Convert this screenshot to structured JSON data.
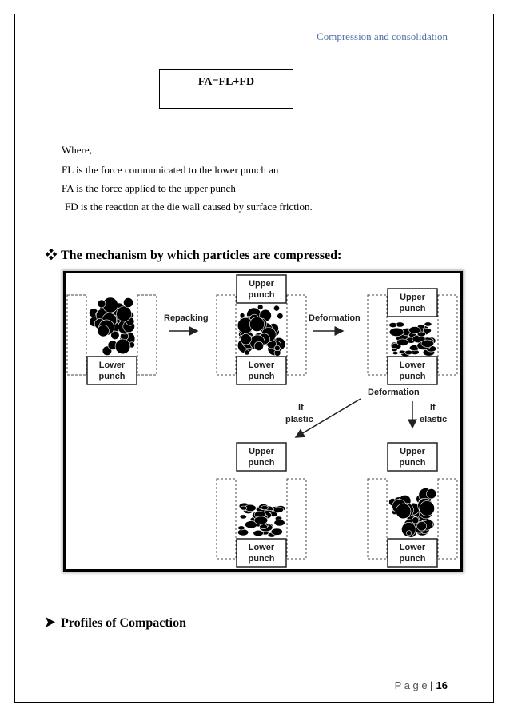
{
  "header": {
    "running_title": "Compression and consolidation"
  },
  "equation": "FA=FL+FD",
  "definitions": {
    "where": "Where,",
    "fl": "FL is the force communicated to the lower punch an",
    "fa": "FA is the force applied to the upper punch",
    "fd": "FD is the reaction at the die wall caused by surface friction."
  },
  "sections": {
    "mechanism_heading": "The mechanism by which particles are compressed:",
    "mechanism_bullet_icon": "diamond-bullet-icon",
    "profiles_heading": "Profiles of Compaction",
    "profiles_bullet_icon": "arrowhead-bullet-icon"
  },
  "diagram": {
    "upper_punch_line1": "Upper",
    "upper_punch_line2": "punch",
    "lower_punch_line1": "Lower",
    "lower_punch_line2": "punch",
    "repacking": "Repacking",
    "deformation": "Deformation",
    "if": "If",
    "plastic": "plastic",
    "elastic": "elastic"
  },
  "footer": {
    "page_word": "P a g e",
    "separator": "|",
    "page_number": "16"
  }
}
